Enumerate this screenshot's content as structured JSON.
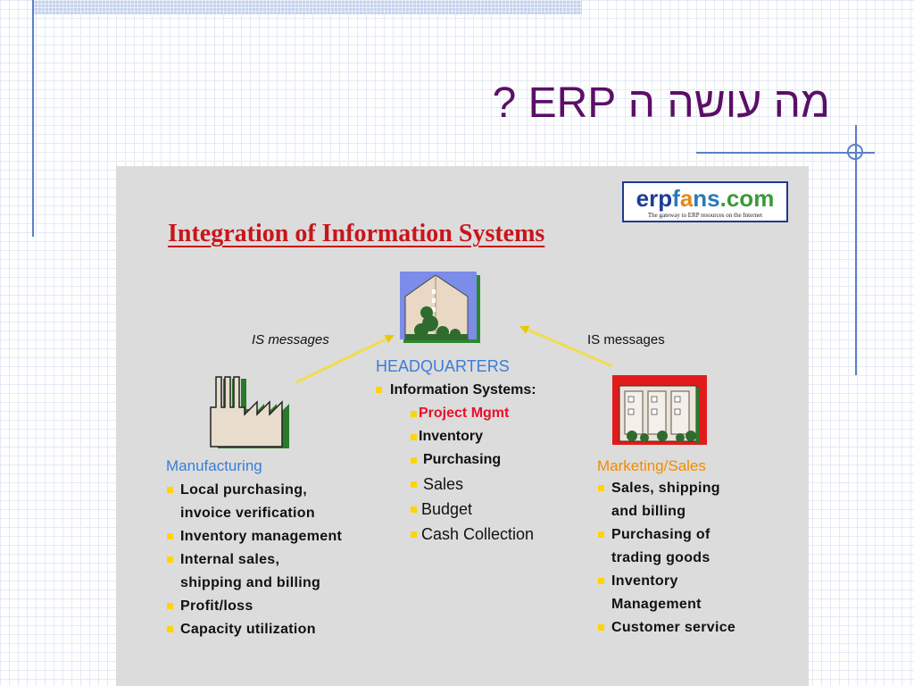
{
  "slide": {
    "title": "מה עושה ה ERP ?"
  },
  "figure": {
    "logo": {
      "brand_erp": "erp",
      "brand_f": "f",
      "brand_a": "a",
      "brand_ns": "ns",
      "brand_com": ".com",
      "tagline": "The gateway to ERP resources on the Internet"
    },
    "title": "Integration of Information Systems",
    "left_arrow_label": "IS messages",
    "right_arrow_label": "IS messages",
    "headquarters": {
      "title": "HEADQUARTERS",
      "lead": "Information Systems:",
      "items": [
        "Project Mgmt",
        "Inventory",
        "Purchasing",
        "Sales",
        "Budget",
        "Cash Collection"
      ]
    },
    "manufacturing": {
      "title": "Manufacturing",
      "items": [
        {
          "line1": "Local purchasing,",
          "line2": "invoice verification"
        },
        {
          "line1": "Inventory management",
          "line2": ""
        },
        {
          "line1": "Internal sales,",
          "line2": "shipping and billing"
        },
        {
          "line1": "Profit/loss",
          "line2": ""
        },
        {
          "line1": "Capacity utilization",
          "line2": ""
        }
      ]
    },
    "marketing": {
      "title": "Marketing/Sales",
      "items": [
        {
          "line1": "Sales, shipping",
          "line2": "and billing"
        },
        {
          "line1": "Purchasing of",
          "line2": "trading goods"
        },
        {
          "line1": "Inventory",
          "line2": "Management"
        },
        {
          "line1": "Customer service",
          "line2": ""
        }
      ]
    },
    "colors": {
      "title_purple": "#5b0f67",
      "figure_title_red": "#c8151b",
      "blue_heading": "#3a7dd6",
      "orange_heading": "#f08c00",
      "bullet_yellow": "#ffd400",
      "highlight_red": "#e8102a"
    }
  }
}
